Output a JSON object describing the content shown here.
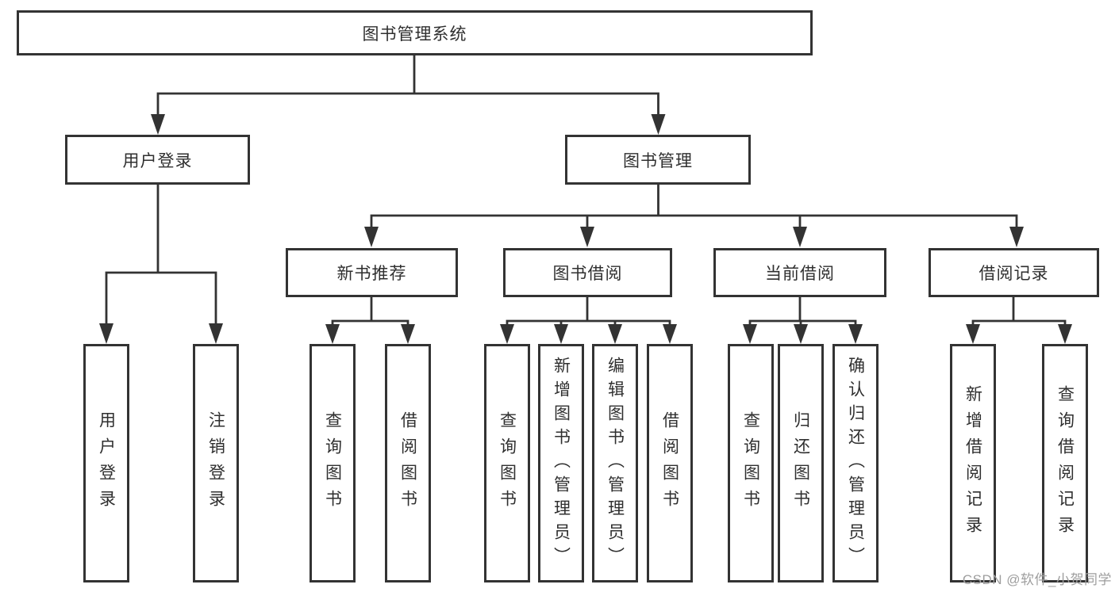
{
  "diagram": {
    "type": "hierarchy-tree",
    "nodes": {
      "root": {
        "label": "图书管理系统"
      },
      "level2": [
        {
          "label": "用户登录",
          "parent": "图书管理系统"
        },
        {
          "label": "图书管理",
          "parent": "图书管理系统"
        }
      ],
      "level3": [
        {
          "label": "新书推荐",
          "parent": "图书管理"
        },
        {
          "label": "图书借阅",
          "parent": "图书管理"
        },
        {
          "label": "当前借阅",
          "parent": "图书管理"
        },
        {
          "label": "借阅记录",
          "parent": "图书管理"
        }
      ],
      "leaves": [
        {
          "label": "用户登录",
          "parent": "用户登录"
        },
        {
          "label": "注销登录",
          "parent": "用户登录"
        },
        {
          "label": "查询图书",
          "parent": "新书推荐"
        },
        {
          "label": "借阅图书",
          "parent": "新书推荐"
        },
        {
          "label": "查询图书",
          "parent": "图书借阅"
        },
        {
          "label": "新增图书（管理员）",
          "parent": "图书借阅"
        },
        {
          "label": "编辑图书（管理员）",
          "parent": "图书借阅"
        },
        {
          "label": "借阅图书",
          "parent": "图书借阅"
        },
        {
          "label": "查询图书",
          "parent": "当前借阅"
        },
        {
          "label": "归还图书",
          "parent": "当前借阅"
        },
        {
          "label": "确认归还（管理员）",
          "parent": "当前借阅"
        },
        {
          "label": "新增借阅记录",
          "parent": "借阅记录"
        },
        {
          "label": "查询借阅记录",
          "parent": "借阅记录"
        }
      ]
    },
    "colors": {
      "line": "#333333",
      "box_border": "#333333",
      "text": "#2f2f2f",
      "background": "#ffffff",
      "watermark": "#9e9e9e"
    }
  },
  "watermark": {
    "text": "CSDN @软件_小贺同学"
  }
}
